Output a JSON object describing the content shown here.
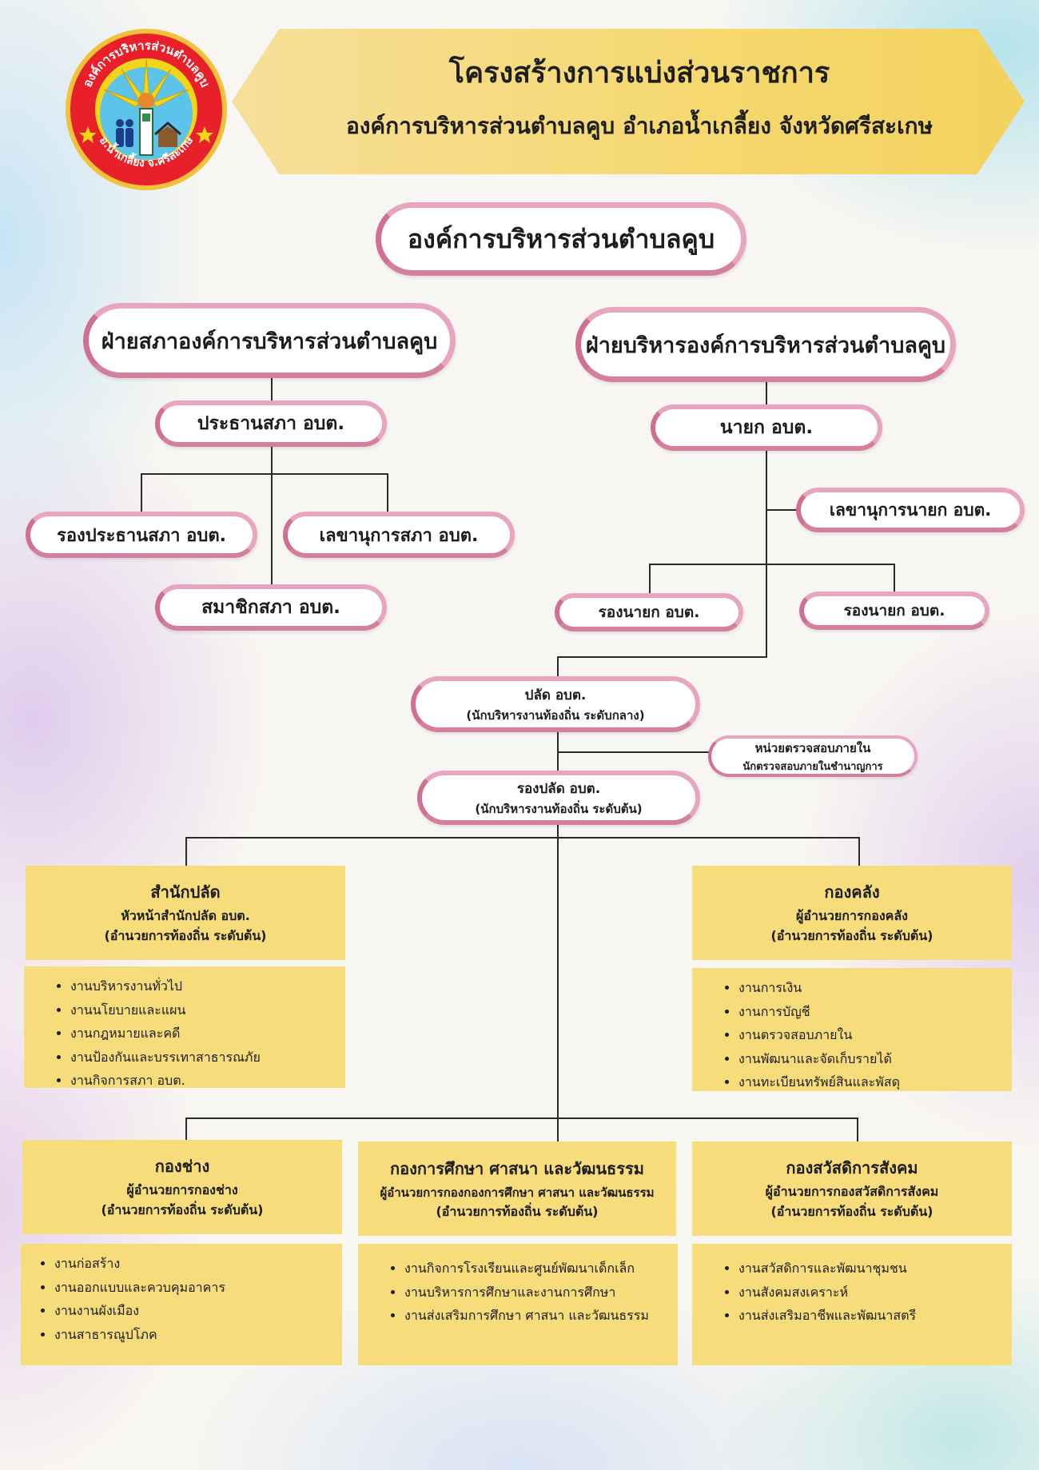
{
  "header": {
    "title": "โครงสร้างการแบ่งส่วนราชการ",
    "subtitle": "องค์การบริหารส่วนตำบลคูบ อำเภอน้ำเกลี้ยง จังหวัดศรีสะเกษ"
  },
  "logo": {
    "top_text": "องค์การบริหารส่วนตำบลคูบ",
    "bottom_text": "อ.น้ำเกลี้ยง จ.ศรีสะเกษ",
    "colors": {
      "ring": "#e8202a",
      "inner": "#5cc3ea",
      "rays": "#f5d51a"
    }
  },
  "org": {
    "root": "องค์การบริหารส่วนตำบลคูบ",
    "council": {
      "title": "ฝ่ายสภาองค์การบริหารส่วนตำบลคูบ",
      "chair": "ประธานสภา อบต.",
      "vice_chair": "รองประธานสภา อบต.",
      "secretary": "เลขานุการสภา อบต.",
      "members": "สมาชิกสภา อบต."
    },
    "executive": {
      "title": "ฝ่ายบริหารองค์การบริหารส่วนตำบลคูบ",
      "mayor": "นายก อบต.",
      "mayor_secretary": "เลขานุการนายก อบต.",
      "deputy_1": "รองนายก อบต.",
      "deputy_2": "รองนายก อบต."
    },
    "palat": {
      "line1": "ปลัด อบต.",
      "line2": "(นักบริหารงานท้องถิ่น ระดับกลาง)"
    },
    "audit": {
      "line1": "หน่วยตรวจสอบภายใน",
      "line2": "นักตรวจสอบภายในชำนาญการ"
    },
    "deputy_palat": {
      "line1": "รองปลัด อบต.",
      "line2": "(นักบริหารงานท้องถิ่น ระดับต้น)"
    }
  },
  "departments": [
    {
      "name": "สำนักปลัด",
      "head": "หัวหน้าสำนักปลัด อบต.",
      "level": "(อำนวยการท้องถิ่น ระดับต้น)",
      "tasks": [
        "งานบริหารงานทั่วไป",
        "งานนโยบายและแผน",
        "งานกฎหมายและคดี",
        "งานป้องกันและบรรเทาสาธารณภัย",
        "งานกิจการสภา อบต."
      ]
    },
    {
      "name": "กองคลัง",
      "head": "ผู้อำนวยการกองคลัง",
      "level": "(อำนวยการท้องถิ่น ระดับต้น)",
      "tasks": [
        "งานการเงิน",
        "งานการบัญชี",
        "งานตรวจสอบภายใน",
        "งานพัฒนาและจัดเก็บรายได้",
        "งานทะเบียนทรัพย์สินและพัสดุ"
      ]
    },
    {
      "name": "กองช่าง",
      "head": "ผู้อำนวยการกองช่าง",
      "level": "(อำนวยการท้องถิ่น ระดับต้น)",
      "tasks": [
        "งานก่อสร้าง",
        "งานออกแบบและควบคุมอาคาร",
        "งานงานผังเมือง",
        "งานสาธารณูปโภค"
      ]
    },
    {
      "name": "กองการศึกษา ศาสนา และวัฒนธรรม",
      "head": "ผู้อำนวยการกองกองการศึกษา ศาสนา และวัฒนธรรม",
      "level": "(อำนวยการท้องถิ่น ระดับต้น)",
      "tasks": [
        "งานกิจการโรงเรียนและศูนย์พัฒนาเด็กเล็ก",
        "งานบริหารการศึกษาและงานการศึกษา",
        "งานส่งเสริมการศึกษา ศาสนา และวัฒนธรรม"
      ]
    },
    {
      "name": "กองสวัสดิการสังคม",
      "head": "ผู้อำนวยการกองสวัสดิการสังคม",
      "level": "(อำนวยการท้องถิ่น ระดับต้น)",
      "tasks": [
        "งานสวัสดิการและพัฒนาชุมชน",
        "งานสังคมสงเคราะห์",
        "งานส่งเสริมอาชีพและพัฒนาสตรี"
      ]
    }
  ]
}
